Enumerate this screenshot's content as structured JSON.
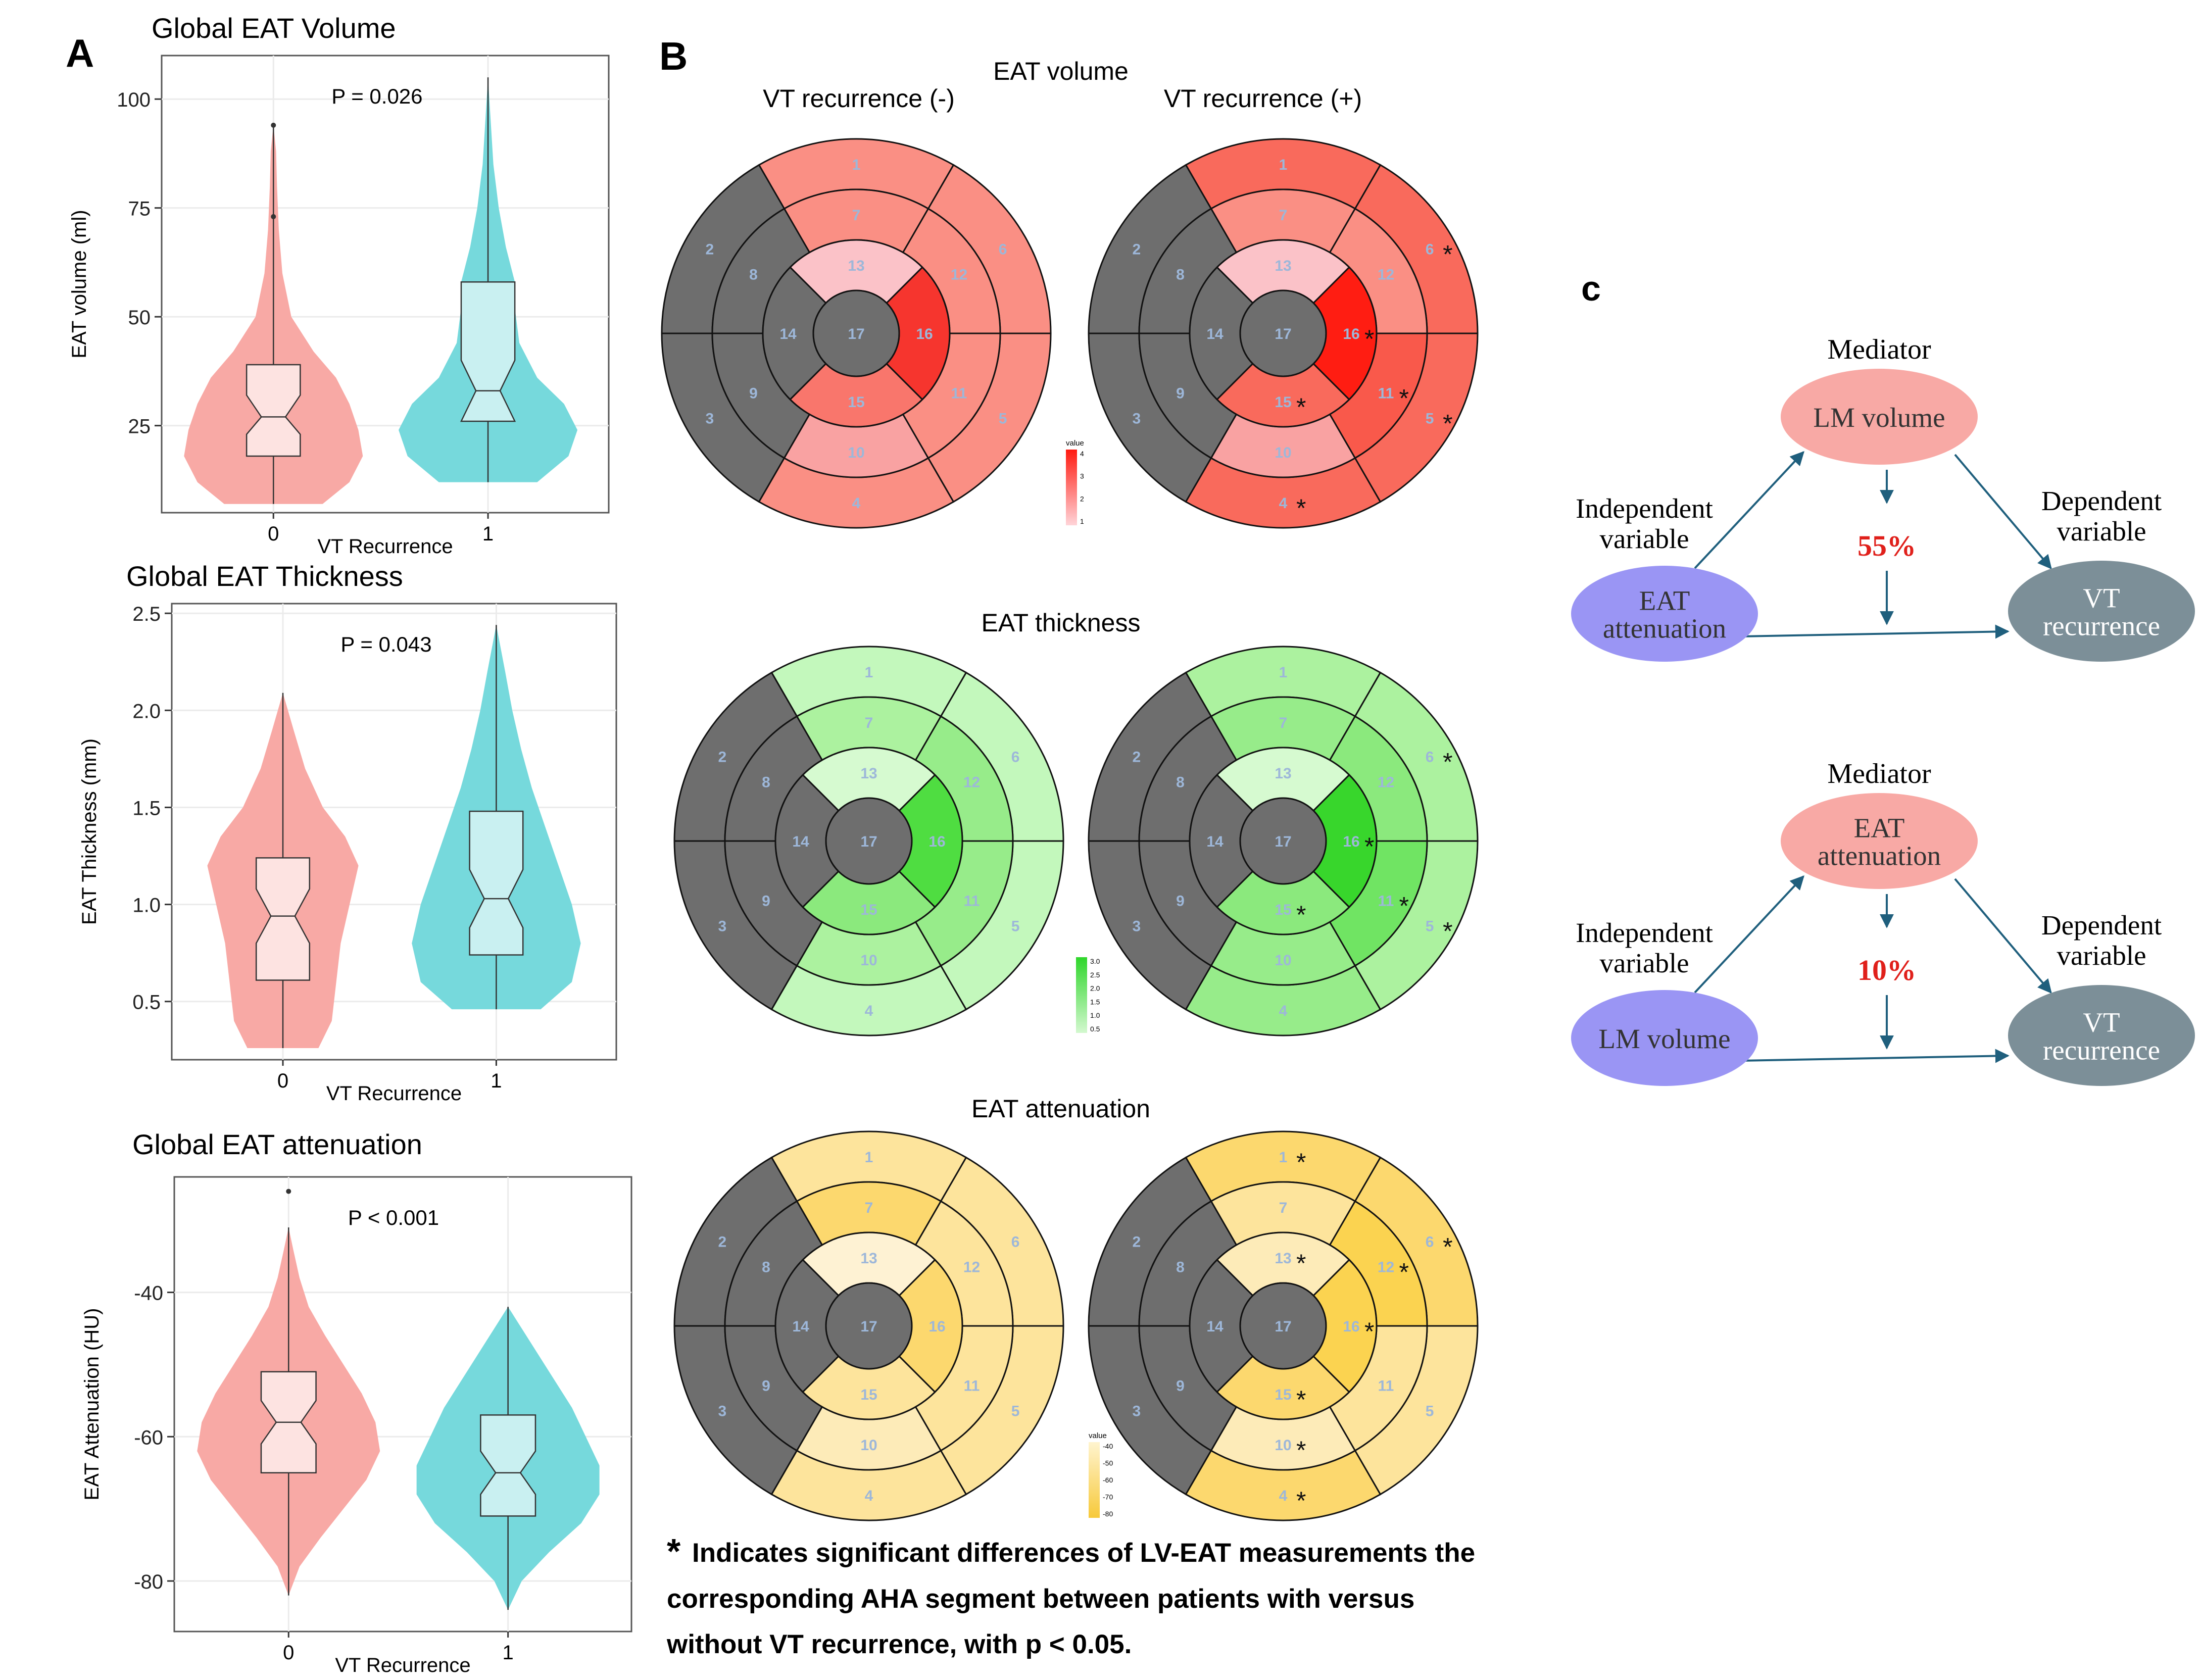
{
  "panel_a": {
    "letter": "A",
    "violins": [
      {
        "title": "Global EAT Volume",
        "ylabel": "EAT volume (ml)",
        "xlabel": "VT Recurrence",
        "pvalue": "P = 0.026",
        "yticks": [
          25,
          50,
          75,
          100
        ],
        "ylim": [
          5,
          110
        ],
        "categories": [
          "0",
          "1"
        ],
        "groups": [
          {
            "x": "0",
            "min": 7,
            "max": 94,
            "q1": 18,
            "median": 27,
            "q3": 39,
            "notch": [
              23,
              32
            ],
            "outliers": [
              73,
              94
            ],
            "profile": [
              [
                7,
                0.55
              ],
              [
                12,
                0.85
              ],
              [
                18,
                1.0
              ],
              [
                24,
                0.95
              ],
              [
                30,
                0.85
              ],
              [
                36,
                0.7
              ],
              [
                42,
                0.45
              ],
              [
                50,
                0.2
              ],
              [
                60,
                0.1
              ],
              [
                70,
                0.06
              ],
              [
                80,
                0.04
              ],
              [
                88,
                0.03
              ],
              [
                94,
                0.0
              ]
            ]
          },
          {
            "x": "1",
            "min": 12,
            "max": 105,
            "q1": 26,
            "median": 33,
            "q3": 58,
            "notch": [
              26,
              40
            ],
            "outliers": [],
            "profile": [
              [
                12,
                0.55
              ],
              [
                18,
                0.9
              ],
              [
                24,
                1.0
              ],
              [
                30,
                0.85
              ],
              [
                36,
                0.55
              ],
              [
                44,
                0.35
              ],
              [
                52,
                0.3
              ],
              [
                58,
                0.3
              ],
              [
                66,
                0.2
              ],
              [
                75,
                0.12
              ],
              [
                85,
                0.06
              ],
              [
                95,
                0.03
              ],
              [
                105,
                0.0
              ]
            ]
          }
        ]
      },
      {
        "title": "Global EAT Thickness",
        "ylabel": "EAT Thickness (mm)",
        "xlabel": "VT Recurrence",
        "pvalue": "P = 0.043",
        "yticks": [
          0.5,
          1.0,
          1.5,
          2.0,
          2.5
        ],
        "ytick_labels": [
          "0.5",
          "1.0",
          "1.5",
          "2.0",
          "2.5"
        ],
        "ylim": [
          0.2,
          2.55
        ],
        "categories": [
          "0",
          "1"
        ],
        "groups": [
          {
            "x": "0",
            "min": 0.26,
            "max": 2.09,
            "q1": 0.61,
            "median": 0.94,
            "q3": 1.24,
            "notch": [
              0.8,
              1.08
            ],
            "outliers": [],
            "profile": [
              [
                0.26,
                0.4
              ],
              [
                0.4,
                0.55
              ],
              [
                0.6,
                0.6
              ],
              [
                0.8,
                0.65
              ],
              [
                1.0,
                0.75
              ],
              [
                1.2,
                0.85
              ],
              [
                1.35,
                0.7
              ],
              [
                1.5,
                0.45
              ],
              [
                1.7,
                0.25
              ],
              [
                1.9,
                0.12
              ],
              [
                2.09,
                0.0
              ]
            ]
          },
          {
            "x": "1",
            "min": 0.46,
            "max": 2.44,
            "q1": 0.74,
            "median": 1.03,
            "q3": 1.48,
            "notch": [
              0.88,
              1.18
            ],
            "outliers": [],
            "profile": [
              [
                0.46,
                0.5
              ],
              [
                0.6,
                0.85
              ],
              [
                0.8,
                0.95
              ],
              [
                1.0,
                0.85
              ],
              [
                1.2,
                0.7
              ],
              [
                1.4,
                0.55
              ],
              [
                1.6,
                0.4
              ],
              [
                1.8,
                0.28
              ],
              [
                2.0,
                0.18
              ],
              [
                2.2,
                0.1
              ],
              [
                2.44,
                0.0
              ]
            ]
          }
        ]
      },
      {
        "title": "Global EAT attenuation",
        "ylabel": "EAT Attenuation (HU)",
        "xlabel": "VT Recurrence",
        "pvalue": "P < 0.001",
        "yticks": [
          -80,
          -60,
          -40
        ],
        "ylim": [
          -87,
          -24
        ],
        "categories": [
          "0",
          "1"
        ],
        "groups": [
          {
            "x": "0",
            "min": -82,
            "max": -31,
            "q1": -65,
            "median": -58,
            "q3": -51,
            "notch": [
              -61,
              -55
            ],
            "outliers": [
              -26
            ],
            "profile": [
              [
                -82,
                0.0
              ],
              [
                -78,
                0.12
              ],
              [
                -74,
                0.35
              ],
              [
                -70,
                0.6
              ],
              [
                -66,
                0.85
              ],
              [
                -62,
                1.0
              ],
              [
                -58,
                0.95
              ],
              [
                -54,
                0.8
              ],
              [
                -50,
                0.6
              ],
              [
                -46,
                0.4
              ],
              [
                -42,
                0.22
              ],
              [
                -38,
                0.12
              ],
              [
                -34,
                0.05
              ],
              [
                -31,
                0.0
              ]
            ]
          },
          {
            "x": "1",
            "min": -84,
            "max": -42,
            "q1": -71,
            "median": -65,
            "q3": -57,
            "notch": [
              -68,
              -62
            ],
            "outliers": [],
            "profile": [
              [
                -84,
                0.0
              ],
              [
                -80,
                0.15
              ],
              [
                -76,
                0.45
              ],
              [
                -72,
                0.8
              ],
              [
                -68,
                1.0
              ],
              [
                -64,
                1.0
              ],
              [
                -60,
                0.85
              ],
              [
                -56,
                0.7
              ],
              [
                -52,
                0.5
              ],
              [
                -48,
                0.3
              ],
              [
                -45,
                0.15
              ],
              [
                -42,
                0.0
              ]
            ]
          }
        ]
      }
    ],
    "colors": {
      "group0": "#f8a9a5",
      "group1": "#76d9dc",
      "box0": "#fde3e1",
      "box1": "#c9f0f1"
    }
  },
  "panel_b": {
    "letter": "B",
    "group_labels": [
      "VT recurrence (-)",
      "VT recurrence (+)"
    ],
    "footnote_star": "*",
    "footnote_lines": [
      "Indicates significant differences of LV-EAT measurements the",
      "corresponding AHA segment between patients with versus",
      "without VT recurrence, with p < 0.05."
    ],
    "rows": [
      {
        "title": "EAT volume",
        "legend_title": "value",
        "legend_ticks": [
          "4",
          "3",
          "2",
          "1"
        ],
        "legend_colors": [
          "#ff1a10",
          "#ffd4d8"
        ],
        "neg": {
          "1": "#fa8f84",
          "2": "#6e6e6e",
          "3": "#6e6e6e",
          "4": "#fa8f84",
          "5": "#fa8f84",
          "6": "#fa8f84",
          "7": "#fa8f84",
          "8": "#6e6e6e",
          "9": "#6e6e6e",
          "10": "#f9a2a2",
          "11": "#fa8f84",
          "12": "#fa8f84",
          "13": "#fbc2c8",
          "14": "#6e6e6e",
          "15": "#f9766c",
          "16": "#f6352e",
          "17": "#6e6e6e"
        },
        "pos": {
          "1": "#f96a5c",
          "2": "#6e6e6e",
          "3": "#6e6e6e",
          "4": "#f96a5c",
          "5": "#f96a5c",
          "6": "#f96a5c",
          "7": "#fa8f84",
          "8": "#6e6e6e",
          "9": "#6e6e6e",
          "10": "#f9a2a2",
          "11": "#f9594b",
          "12": "#fa8f84",
          "13": "#fbc2c8",
          "14": "#6e6e6e",
          "15": "#f96a5c",
          "16": "#ff1d12",
          "17": "#6e6e6e"
        },
        "stars_pos": [
          "4",
          "5",
          "6",
          "11",
          "15",
          "16"
        ]
      },
      {
        "title": "EAT thickness",
        "legend_title": "",
        "legend_ticks": [
          "3.0",
          "2.5",
          "2.0",
          "1.5",
          "1.0",
          "0.5"
        ],
        "legend_colors": [
          "#2ed62a",
          "#d3f8cf"
        ],
        "neg": {
          "1": "#c3f8bc",
          "2": "#6e6e6e",
          "3": "#6e6e6e",
          "4": "#c3f8bc",
          "5": "#c3f8bc",
          "6": "#c3f8bc",
          "7": "#acf29f",
          "8": "#6e6e6e",
          "9": "#6e6e6e",
          "10": "#acf29f",
          "11": "#97ec8a",
          "12": "#97ec8a",
          "13": "#d6fad0",
          "14": "#6e6e6e",
          "15": "#8be97d",
          "16": "#4fdd41",
          "17": "#6e6e6e"
        },
        "pos": {
          "1": "#acf29f",
          "2": "#6e6e6e",
          "3": "#6e6e6e",
          "4": "#97ec8a",
          "5": "#acf29f",
          "6": "#acf29f",
          "7": "#97ec8a",
          "8": "#6e6e6e",
          "9": "#6e6e6e",
          "10": "#97ec8a",
          "11": "#70e463",
          "12": "#8be97d",
          "13": "#d6fad0",
          "14": "#6e6e6e",
          "15": "#8be97d",
          "16": "#38d62c",
          "17": "#6e6e6e"
        },
        "stars_pos": [
          "5",
          "6",
          "11",
          "15",
          "16"
        ]
      },
      {
        "title": "EAT attenuation",
        "legend_title": "value",
        "legend_ticks": [
          "-40",
          "-50",
          "-60",
          "-70",
          "-80"
        ],
        "legend_colors": [
          "#fff4cf",
          "#f7c93a"
        ],
        "neg": {
          "1": "#fde49c",
          "2": "#6e6e6e",
          "3": "#6e6e6e",
          "4": "#fde49c",
          "5": "#fde49c",
          "6": "#fde49c",
          "7": "#fcd86e",
          "8": "#6e6e6e",
          "9": "#6e6e6e",
          "10": "#fdebb8",
          "11": "#fde49c",
          "12": "#fde49c",
          "13": "#fef2d3",
          "14": "#6e6e6e",
          "15": "#fde49c",
          "16": "#fcd86e",
          "17": "#6e6e6e"
        },
        "pos": {
          "1": "#fcd86e",
          "2": "#6e6e6e",
          "3": "#6e6e6e",
          "4": "#fcd86e",
          "5": "#fde49c",
          "6": "#fcd86e",
          "7": "#fde49c",
          "8": "#6e6e6e",
          "9": "#6e6e6e",
          "10": "#fdebb8",
          "11": "#fde49c",
          "12": "#fbd350",
          "13": "#fdebb8",
          "14": "#6e6e6e",
          "15": "#fcd86e",
          "16": "#fbd350",
          "17": "#6e6e6e"
        },
        "stars_pos": [
          "1",
          "4",
          "6",
          "10",
          "12",
          "13",
          "15",
          "16"
        ]
      }
    ]
  },
  "panel_c": {
    "letter": "c",
    "diagrams": [
      {
        "mediator_label": "Mediator",
        "mediator": [
          "LM volume"
        ],
        "independent_label": [
          "Independent",
          "variable"
        ],
        "independent": [
          "EAT",
          "attenuation"
        ],
        "dependent_label": [
          "Dependent",
          "variable"
        ],
        "dependent": [
          "VT",
          "recurrence"
        ],
        "percent": "55%"
      },
      {
        "mediator_label": "Mediator",
        "mediator": [
          "EAT",
          "attenuation"
        ],
        "independent_label": [
          "Independent",
          "variable"
        ],
        "independent": [
          "LM volume"
        ],
        "dependent_label": [
          "Dependent",
          "variable"
        ],
        "dependent": [
          "VT",
          "recurrence"
        ],
        "percent": "10%"
      }
    ],
    "colors": {
      "mediator": "#f8a9a5",
      "independent": "#9a95f4",
      "dependent": "#7c8f98",
      "arrow": "#1f5f7d",
      "percent": "#e0201b"
    }
  },
  "chart_data": [
    {
      "type": "violin",
      "title": "Global EAT Volume",
      "xlabel": "VT Recurrence",
      "ylabel": "EAT volume (ml)",
      "annotation": "P = 0.026",
      "categories": [
        "0",
        "1"
      ],
      "ylim": [
        5,
        110
      ],
      "series": [
        {
          "values": {
            "0": {
              "min": 7,
              "q1": 18,
              "median": 27,
              "q3": 39,
              "max": 94
            },
            "1": {
              "min": 12,
              "q1": 26,
              "median": 33,
              "q3": 58,
              "max": 105
            }
          }
        }
      ]
    },
    {
      "type": "violin",
      "title": "Global EAT Thickness",
      "xlabel": "VT Recurrence",
      "ylabel": "EAT Thickness (mm)",
      "annotation": "P = 0.043",
      "categories": [
        "0",
        "1"
      ],
      "ylim": [
        0.2,
        2.55
      ],
      "series": [
        {
          "values": {
            "0": {
              "min": 0.26,
              "q1": 0.61,
              "median": 0.94,
              "q3": 1.24,
              "max": 2.09
            },
            "1": {
              "min": 0.46,
              "q1": 0.74,
              "median": 1.03,
              "q3": 1.48,
              "max": 2.44
            }
          }
        }
      ]
    },
    {
      "type": "violin",
      "title": "Global EAT attenuation",
      "xlabel": "VT Recurrence",
      "ylabel": "EAT Attenuation (HU)",
      "annotation": "P < 0.001",
      "categories": [
        "0",
        "1"
      ],
      "ylim": [
        -87,
        -24
      ],
      "series": [
        {
          "values": {
            "0": {
              "min": -82,
              "q1": -65,
              "median": -58,
              "q3": -51,
              "max": -31
            },
            "1": {
              "min": -84,
              "q1": -71,
              "median": -65,
              "q3": -57,
              "max": -42
            }
          }
        }
      ]
    },
    {
      "type": "heatmap",
      "subtype": "AHA 17-segment bullseye",
      "title": "EAT volume",
      "groups": [
        "VT recurrence (-)",
        "VT recurrence (+)"
      ],
      "segments": [
        "1",
        "2",
        "3",
        "4",
        "5",
        "6",
        "7",
        "8",
        "9",
        "10",
        "11",
        "12",
        "13",
        "14",
        "15",
        "16",
        "17"
      ],
      "significant_segments": [
        "4",
        "5",
        "6",
        "11",
        "15",
        "16"
      ]
    },
    {
      "type": "heatmap",
      "subtype": "AHA 17-segment bullseye",
      "title": "EAT thickness",
      "groups": [
        "VT recurrence (-)",
        "VT recurrence (+)"
      ],
      "segments": [
        "1",
        "2",
        "3",
        "4",
        "5",
        "6",
        "7",
        "8",
        "9",
        "10",
        "11",
        "12",
        "13",
        "14",
        "15",
        "16",
        "17"
      ],
      "significant_segments": [
        "5",
        "6",
        "11",
        "15",
        "16"
      ]
    },
    {
      "type": "heatmap",
      "subtype": "AHA 17-segment bullseye",
      "title": "EAT attenuation",
      "groups": [
        "VT recurrence (-)",
        "VT recurrence (+)"
      ],
      "segments": [
        "1",
        "2",
        "3",
        "4",
        "5",
        "6",
        "7",
        "8",
        "9",
        "10",
        "11",
        "12",
        "13",
        "14",
        "15",
        "16",
        "17"
      ],
      "significant_segments": [
        "1",
        "4",
        "6",
        "10",
        "12",
        "13",
        "15",
        "16"
      ]
    }
  ]
}
